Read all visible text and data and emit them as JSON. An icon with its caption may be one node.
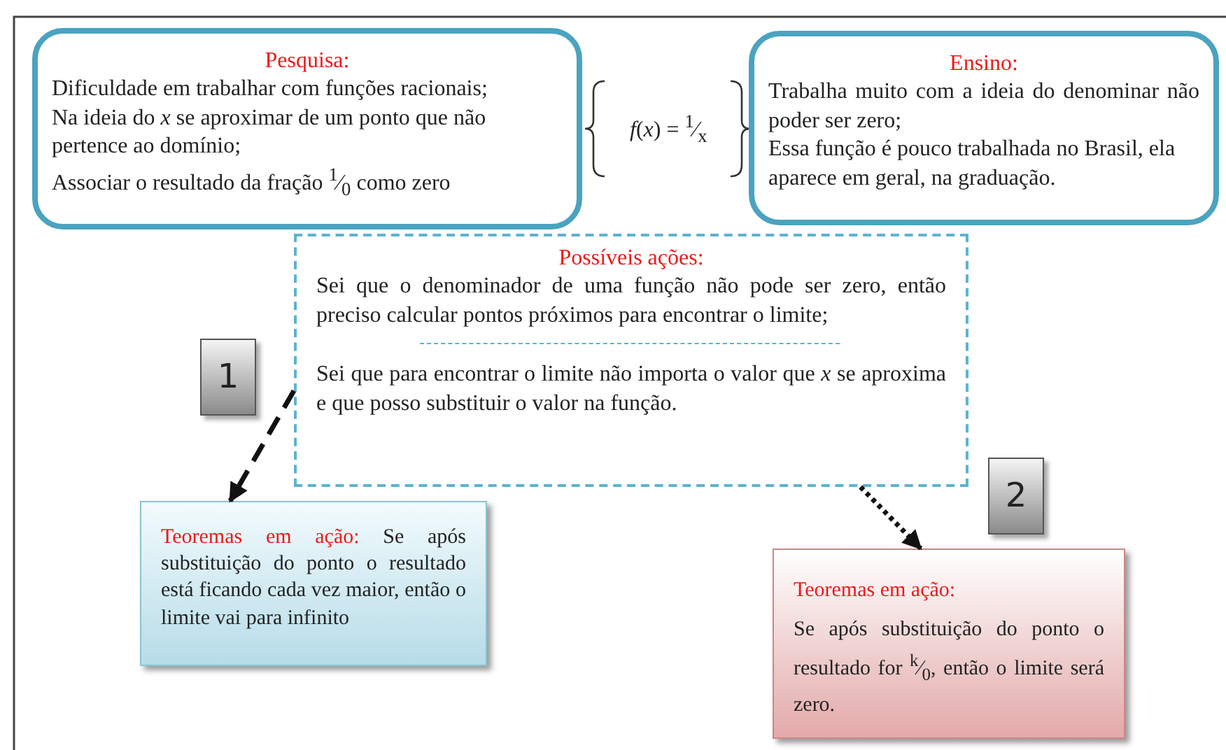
{
  "diagram": {
    "nodes": [
      {
        "text": [
          "Pesquisa:",
          "Dificuldade em trabalhar com funções racionais;",
          "Na ideia do *x* se aproximar de um ponto que não pertence ao domínio;",
          "Associar o resultado da fração $^{1}$⁄$_{0}$ como zero"
        ]
      },
      {
        "text": [
          "Ensino:",
          "Trabalha muito com a ideia do denominar não poder ser zero;",
          "Essa função é pouco trabalhada no Brasil, ela aparece em geral, na graduação."
        ]
      },
      {
        "text": [
          "Possíveis ações:",
          "Sei que o denominador de uma função não pode ser zero, então preciso calcular pontos próximos para encontrar o limite;",
          "Sei que para encontrar o limite não importa o valor que *x* se aproxima e que posso substituir o valor na função."
        ]
      },
      {
        "text": [
          "1"
        ]
      },
      {
        "text": [
          "2"
        ]
      },
      {
        "text": [
          "Teoremas em ação:",
          "Se após substituição do ponto o resultado está ficando cada vez maior, então o limite vai para infinito"
        ]
      },
      {
        "text": [
          "Teoremas em ação:",
          "Se após substituição do ponto o resultado for $^{k}$⁄$_{0}$, então o limite será zero."
        ]
      }
    ],
    "edges": [
      {
        "from": 2,
        "to": 5,
        "arrow": "to",
        "style": "dashed"
      },
      {
        "from": 2,
        "to": 6,
        "arrow": "to",
        "style": "dashed"
      }
    ],
    "labels": [
      "*f*(*x*) = $^{1}$⁄$_{x}$"
    ]
  }
}
